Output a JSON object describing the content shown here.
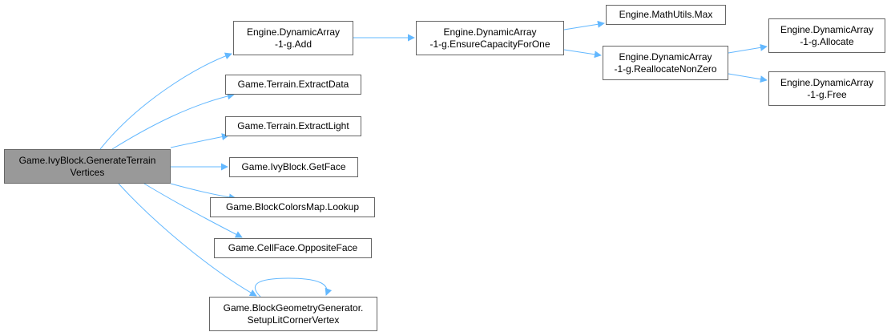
{
  "colors": {
    "edge": "#63b8ff",
    "node_border": "#666666",
    "current_node_fill": "#999999"
  },
  "nodes": {
    "generate": {
      "line1": "Game.IvyBlock.GenerateTerrain",
      "line2": "Vertices"
    },
    "add": {
      "line1": "Engine.DynamicArray",
      "line2": "-1-g.Add"
    },
    "extract_data": {
      "line1": "Game.Terrain.ExtractData"
    },
    "extract_light": {
      "line1": "Game.Terrain.ExtractLight"
    },
    "get_face": {
      "line1": "Game.IvyBlock.GetFace"
    },
    "lookup": {
      "line1": "Game.BlockColorsMap.Lookup"
    },
    "opposite_face": {
      "line1": "Game.CellFace.OppositeFace"
    },
    "setup_lit": {
      "line1": "Game.BlockGeometryGenerator.",
      "line2": "SetupLitCornerVertex"
    },
    "ensure_capacity": {
      "line1": "Engine.DynamicArray",
      "line2": "-1-g.EnsureCapacityForOne"
    },
    "math_max": {
      "line1": "Engine.MathUtils.Max"
    },
    "reallocate": {
      "line1": "Engine.DynamicArray",
      "line2": "-1-g.ReallocateNonZero"
    },
    "allocate": {
      "line1": "Engine.DynamicArray",
      "line2": "-1-g.Allocate"
    },
    "free": {
      "line1": "Engine.DynamicArray",
      "line2": "-1-g.Free"
    }
  },
  "edges": [
    {
      "from": "generate",
      "to": "add"
    },
    {
      "from": "generate",
      "to": "extract_data"
    },
    {
      "from": "generate",
      "to": "extract_light"
    },
    {
      "from": "generate",
      "to": "get_face"
    },
    {
      "from": "generate",
      "to": "lookup"
    },
    {
      "from": "generate",
      "to": "opposite_face"
    },
    {
      "from": "generate",
      "to": "setup_lit"
    },
    {
      "from": "setup_lit",
      "to": "setup_lit"
    },
    {
      "from": "add",
      "to": "ensure_capacity"
    },
    {
      "from": "ensure_capacity",
      "to": "math_max"
    },
    {
      "from": "ensure_capacity",
      "to": "reallocate"
    },
    {
      "from": "reallocate",
      "to": "allocate"
    },
    {
      "from": "reallocate",
      "to": "free"
    }
  ]
}
